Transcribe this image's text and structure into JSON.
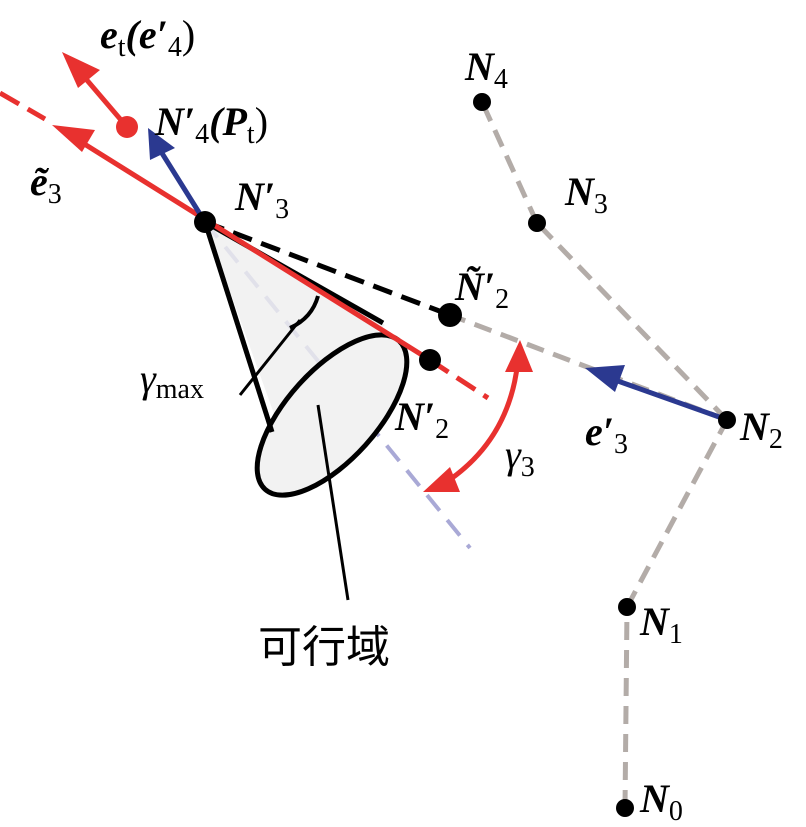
{
  "colors": {
    "red": "#e8312f",
    "blue": "#2b3990",
    "gray": "#b3aca8",
    "lightblue": "#a9a9d6",
    "black": "#000000"
  },
  "labels": {
    "et": "e",
    "et_sub": "t",
    "et_paren": "(e′",
    "et_paren_sub": "4",
    "et_close": ")",
    "n4p": "N′",
    "n4p_sub": "4",
    "n4p_paren": "(P",
    "n4p_paren_sub": "t",
    "n4p_close": ")",
    "e3t": "ẽ",
    "e3t_sub": "3",
    "n3p": "N′",
    "n3p_sub": "3",
    "n4": "N",
    "n4_sub": "4",
    "n3": "N",
    "n3_sub": "3",
    "n2tp": "Ñ′",
    "n2tp_sub": "2",
    "n2p": "N′",
    "n2p_sub": "2",
    "n2": "N",
    "n2_sub": "2",
    "n1": "N",
    "n1_sub": "1",
    "n0": "N",
    "n0_sub": "0",
    "e3p": "e′",
    "e3p_sub": "3",
    "gmax": "γ",
    "gmax_sub": "max",
    "g3": "γ",
    "g3_sub": "3",
    "feasible": "可行域"
  }
}
